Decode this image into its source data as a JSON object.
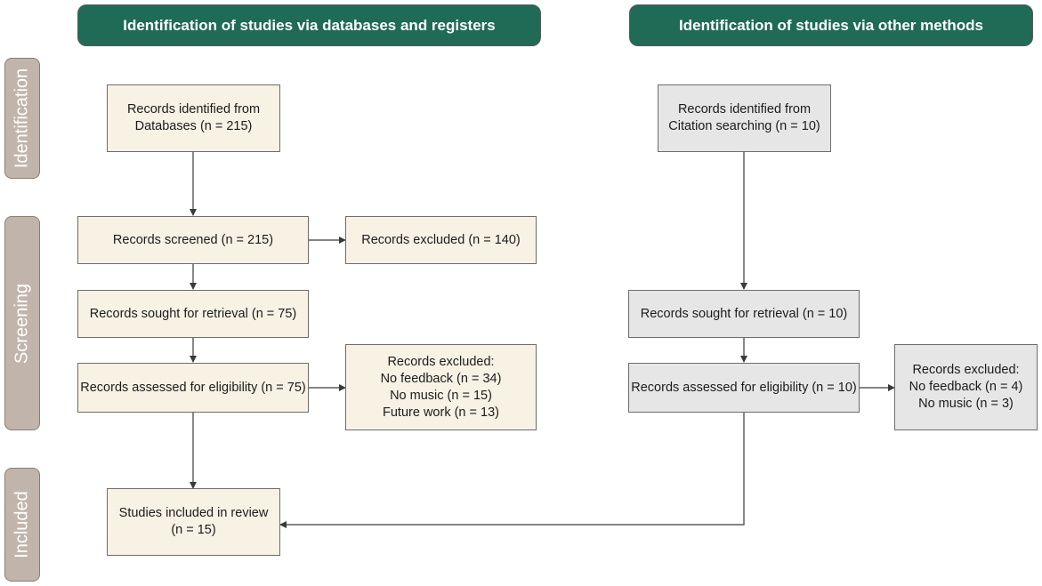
{
  "headers": {
    "left": "Identification of studies via databases and registers",
    "right": "Identification of studies via other methods"
  },
  "phases": {
    "identification": "Identification",
    "screening": "Screening",
    "included": "Included"
  },
  "left": {
    "identified": [
      "Records identified from",
      "Databases (n = 215)"
    ],
    "screened": "Records screened (n = 215)",
    "excluded": "Records excluded (n = 140)",
    "sought": "Records sought for retrieval (n = 75)",
    "assessed": "Records assessed for eligibility (n = 75)",
    "excluded_reasons": [
      "Records excluded:",
      "No feedback (n = 34)",
      "No music (n = 15)",
      "Future work (n = 13)"
    ],
    "included": [
      "Studies included in review",
      "(n = 15)"
    ]
  },
  "right": {
    "identified": [
      "Records identified from",
      "Citation searching (n = 10)"
    ],
    "sought": "Records sought for retrieval (n = 10)",
    "assessed": "Records assessed for eligibility (n = 10)",
    "excluded_reasons": [
      "Records excluded:",
      "No feedback (n = 4)",
      "No music (n = 3)"
    ]
  },
  "colors": {
    "header_bg": "#1f6b56",
    "phase_bg": "#c1b5ab",
    "box_left": "#f7f2e4",
    "box_right": "#e6e6e6"
  }
}
